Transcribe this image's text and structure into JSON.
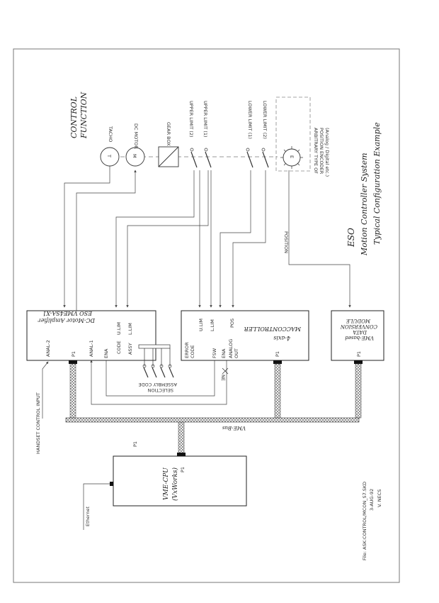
{
  "title": {
    "line1": "ESO",
    "line2": "Motion Controller System",
    "line3": "Typical Configuration Example"
  },
  "control_function": [
    "CONTROL",
    "FUNCTION"
  ],
  "components": {
    "tacho": "TACHO",
    "tacho_symbol": "T",
    "dc_motor": "DC MOTOR",
    "dc_motor_symbol": "M",
    "gear_box": "GEAR BOX",
    "upper_limit_2": "UPPER LIMIT (2)",
    "upper_limit_1": "UPPER LIMIT (1)",
    "lower_limit_1": "LOWER LIMIT (1)",
    "lower_limit_2": "LOWER LIMIT (2)",
    "encoder_symbol": "E",
    "encoder_note": [
      "ARBITRARY TYPE OF",
      "POSITION ENCODER",
      "(Analog / Digital etc.)"
    ]
  },
  "amplifier": {
    "title1": "DC-Motor Amplifier",
    "title2": "ESO VME4SA-X1",
    "ulim": "U.LIM",
    "llim": "L.LIM",
    "code": "CODE",
    "assy": "ASSY",
    "ena": "ENA",
    "anal1": "ANAL-1",
    "anal2": "ANAL-2",
    "p1": "P1"
  },
  "controller": {
    "title1": "4-axis",
    "title2": "MACCONTROLLER",
    "ulim": "U.LIM",
    "llim": "L.LIM",
    "pos": "POS",
    "error_code": [
      "ERROR",
      "CODE"
    ],
    "fsw": "FSW",
    "ena": "ENA",
    "analog_out": [
      "ANALOG",
      "OUT"
    ],
    "p1": "P1"
  },
  "conversion": {
    "lines": [
      "VME-based",
      "DATA",
      "CONVERSION",
      "MODULE"
    ],
    "p1": "P1"
  },
  "cpu": {
    "title1": "VME-CPU",
    "title2": "(VxWorks)",
    "p1_top": "P1",
    "p1_side": "P1"
  },
  "labels": {
    "position": "POSITION",
    "vme_bus": "VME-Bus",
    "handset": "HANDSET CONTROL INPUT",
    "assembly": [
      "ASSEMBLY CODE",
      "SELECTION"
    ],
    "ethernet": "Ethernet",
    "ne": "NE",
    "date": "3-AUG-92",
    "author": "V. NECS",
    "file": "File: ASK:CONTROL/MCON_S7.SKD"
  }
}
